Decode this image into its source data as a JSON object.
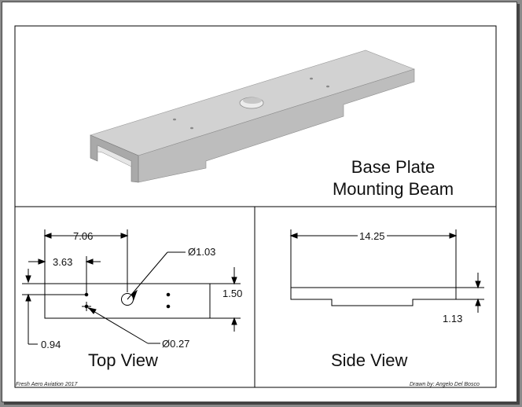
{
  "title": {
    "line1": "Base Plate",
    "line2": "Mounting Beam"
  },
  "views": {
    "top": "Top View",
    "side": "Side View"
  },
  "dimensions": {
    "top_overall": "7.06",
    "top_offset": "3.63",
    "hole_large": "Ø1.03",
    "width": "1.50",
    "edge": "0.94",
    "hole_small": "Ø0.27",
    "length": "14.25",
    "height": "1.13"
  },
  "footer": {
    "left": "Fresh Aero Aviation 2017",
    "right": "Drawn by: Angelo Del Bosco"
  }
}
